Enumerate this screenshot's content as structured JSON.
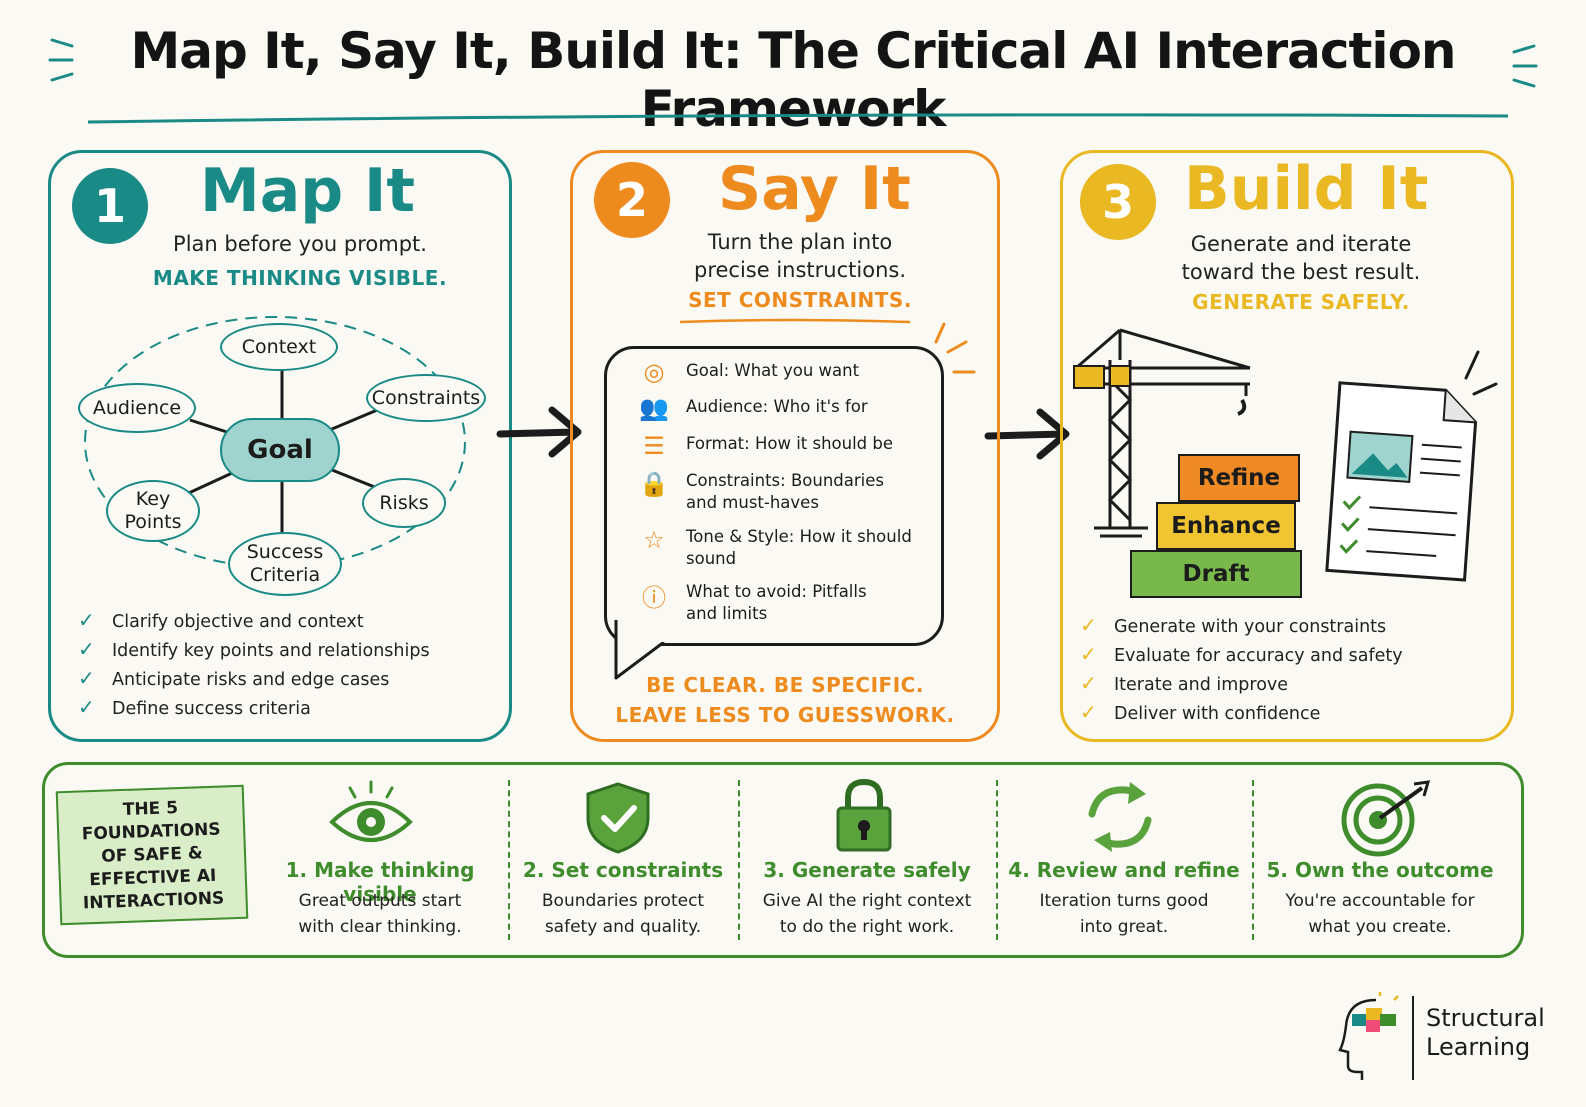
{
  "title": "Map It, Say It, Build It: The Critical AI Interaction Framework",
  "steps": [
    {
      "number": "1",
      "heading": "Map It",
      "subtitle": "Plan before you prompt.",
      "tagline": "MAKE THINKING VISIBLE.",
      "checks": [
        "Clarify objective and context",
        "Identify key points and relationships",
        "Anticipate risks and edge cases",
        "Define success criteria"
      ]
    },
    {
      "number": "2",
      "heading": "Say It",
      "subtitle_line1": "Turn the plan into",
      "subtitle_line2": "precise instructions.",
      "tagline": "SET CONSTRAINTS.",
      "footer_line1": "BE CLEAR. BE SPECIFIC.",
      "footer_line2": "LEAVE LESS TO GUESSWORK."
    },
    {
      "number": "3",
      "heading": "Build It",
      "subtitle_line1": "Generate and iterate",
      "subtitle_line2": "toward the best result.",
      "tagline": "GENERATE SAFELY.",
      "checks": [
        "Generate with your constraints",
        "Evaluate for accuracy and safety",
        "Iterate and improve",
        "Deliver with confidence"
      ]
    }
  ],
  "mindmap": {
    "center": "Goal",
    "context": "Context",
    "audience": "Audience",
    "constraints": "Constraints",
    "key_line1": "Key",
    "key_line2": "Points",
    "risks": "Risks",
    "success_line1": "Success",
    "success_line2": "Criteria"
  },
  "bubble_items": [
    {
      "icon": "target-icon",
      "line1": "Goal: What you want",
      "line2": ""
    },
    {
      "icon": "people-icon",
      "line1": "Audience: Who it's for",
      "line2": ""
    },
    {
      "icon": "list-icon",
      "line1": "Format: How it should be",
      "line2": ""
    },
    {
      "icon": "lock-icon",
      "line1": "Constraints: Boundaries",
      "line2": "and must-haves"
    },
    {
      "icon": "star-icon",
      "line1": "Tone & Style: How it should",
      "line2": "sound"
    },
    {
      "icon": "question-icon",
      "line1": "What to avoid: Pitfalls",
      "line2": "and limits"
    }
  ],
  "blocks": {
    "top": "Refine",
    "middle": "Enhance",
    "bottom": "Draft"
  },
  "foundations": {
    "badge_lines": [
      "THE 5",
      "FOUNDATIONS",
      "OF SAFE &",
      "EFFECTIVE AI",
      "INTERACTIONS"
    ],
    "items": [
      {
        "icon": "eye-icon",
        "heading": "1. Make thinking visible",
        "line1": "Great outputs start",
        "line2": "with clear thinking."
      },
      {
        "icon": "shield-check-icon",
        "heading": "2. Set constraints",
        "line1": "Boundaries protect",
        "line2": "safety and quality."
      },
      {
        "icon": "padlock-icon",
        "heading": "3. Generate safely",
        "line1": "Give AI the right context",
        "line2": "to do the right work."
      },
      {
        "icon": "refresh-cycle-icon",
        "heading": "4. Review and refine",
        "line1": "Iteration turns good",
        "line2": "into great."
      },
      {
        "icon": "target-arrow-icon",
        "heading": "5. Own the outcome",
        "line1": "You're accountable for",
        "line2": "what you create."
      }
    ]
  },
  "brand": {
    "line1": "Structural",
    "line2": "Learning"
  },
  "colors": {
    "teal": "#1a8a86",
    "orange": "#ee8b1f",
    "yellow": "#e9b822",
    "green": "#3e8c2c"
  }
}
